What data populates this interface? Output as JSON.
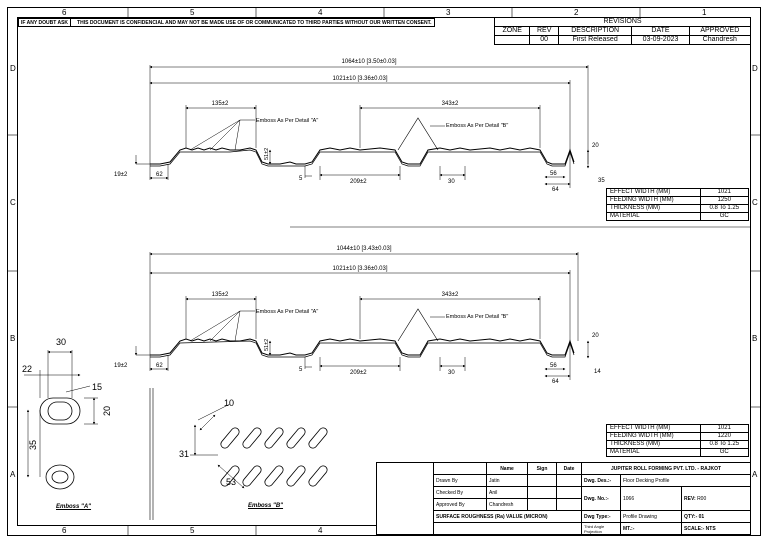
{
  "zones": {
    "columns": [
      "6",
      "5",
      "4",
      "3",
      "2",
      "1"
    ],
    "rows": [
      "D",
      "C",
      "B",
      "A"
    ]
  },
  "notice": {
    "left": "IF ANY DOUBT ASK",
    "right": "THIS DOCUMENT IS CONFIDENCIAL AND MAY NOT BE MADE USE OF OR COMMUNICATED TO THIRD PARTIES WITHOUT OUR WRITTEN CONSENT."
  },
  "revisions": {
    "title": "REVISIONS",
    "headers": [
      "ZONE",
      "REV",
      "DESCRIPTION",
      "DATE",
      "APPROVED"
    ],
    "row": [
      "",
      "00",
      "First Released",
      "03-09-2023",
      "Chandresh"
    ]
  },
  "profile_top": {
    "overall": "1064±10 [3.50±0.03]",
    "cover": "1021±10 [3.36±0.03]",
    "pitch_a": "135±2",
    "pitch_b": "343±2",
    "emboss_a": "Emboss As Per Detail \"A\"",
    "emboss_b": "Emboss As Per Detail \"B\"",
    "d19": "19±2",
    "d62": "62",
    "d51": "51±2",
    "d5": "5",
    "d209": "209±2",
    "d30": "30",
    "d56": "56",
    "d64": "64",
    "d20": "20",
    "d35": "35"
  },
  "profile_bottom": {
    "overall": "1044±10 [3.43±0.03]",
    "cover": "1021±10 [3.36±0.03]",
    "pitch_a": "135±2",
    "pitch_b": "343±2",
    "emboss_a": "Emboss As Per Detail \"A\"",
    "emboss_b": "Emboss As Per Detail \"B\"",
    "d19": "19±2",
    "d62": "62",
    "d51": "51±2",
    "d5": "5",
    "d209": "209±2",
    "d30": "30",
    "d56": "56",
    "d64": "64",
    "d20": "20",
    "d14": "14"
  },
  "spec_top": [
    [
      "EFFECT WIDTH (MM)",
      "1021"
    ],
    [
      "FEEDING WIDTH (MM)",
      "1250"
    ],
    [
      "THICKNESS (MM)",
      "0.8 To 1.25"
    ],
    [
      "MATERIAL",
      "GC"
    ]
  ],
  "spec_bottom": [
    [
      "EFFECT WIDTH (MM)",
      "1021"
    ],
    [
      "FEEDING WIDTH (MM)",
      "1220"
    ],
    [
      "THICKNESS (MM)",
      "0.8 To 1.25"
    ],
    [
      "MATERIAL",
      "GC"
    ]
  ],
  "emboss_a": {
    "label": "Emboss \"A\"",
    "d30": "30",
    "d22": "22",
    "d15": "15",
    "d20": "20",
    "d35": "35"
  },
  "emboss_b": {
    "label": "Emboss \"B\"",
    "d10": "10",
    "d31": "31",
    "d53": "53"
  },
  "title_block": {
    "company": "JUPITER ROLL FORMING PVT. LTD. - RAJKOT",
    "col_name": "Name",
    "col_sign": "Sign",
    "col_date": "Date",
    "drawn_by_label": "Drawn By",
    "drawn_by": "Jatin",
    "checked_by_label": "Checked By",
    "checked_by": "Anil",
    "approved_by_label": "Approved By",
    "approved_by": "Chandresh",
    "roughness": "SURFACE ROUGHNESS (Ra) VALUE (MICRON)",
    "dwg_desc_label": "Dwg. Des.:-",
    "dwg_desc": "Floor Decking Profile",
    "dwg_no_label": "Dwg. No.:-",
    "dwg_no": "1066",
    "rev_label": "REV:",
    "rev": "R00",
    "dwg_type_label": "Dwg Type:-",
    "dwg_type": "Profile Drawing",
    "qty_label": "QTY:-",
    "qty": "01",
    "projection": "Third Angle Projection",
    "mt_label": "MT.:-",
    "scale_label": "SCALE:-",
    "scale": "NTS"
  }
}
